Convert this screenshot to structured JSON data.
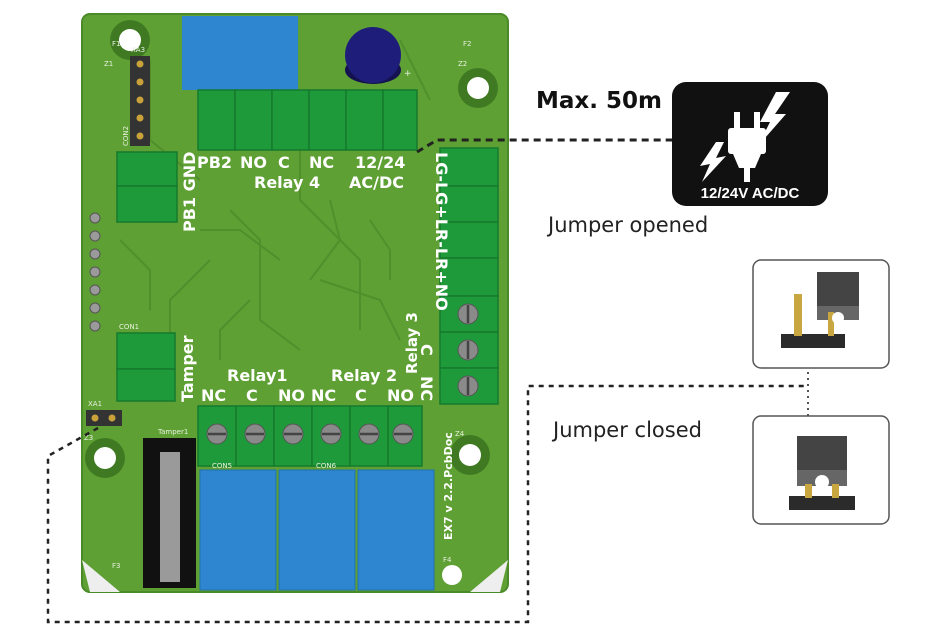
{
  "board": {
    "labels": {
      "pb2": "PB2",
      "no_top": "NO",
      "c_top": "C",
      "nc_top": "NC",
      "v1224": "12/24",
      "relay4": "Relay 4",
      "acdc": "AC/DC",
      "pb1gnd": "PB1 GND",
      "lg": "LG-LG+LR-LR+NO",
      "relay3": "Relay 3",
      "r3c": "C",
      "r3nc": "NC",
      "tamper": "Tamper",
      "relay1": "Relay1",
      "relay2": "Relay 2",
      "b_nc1": "NC",
      "b_c1": "C",
      "b_no1": "NO",
      "b_nc2": "NC",
      "b_c2": "C",
      "b_no2": "NO",
      "version": "EX7 v 2.2.PcbDoc"
    },
    "silkscreen": {
      "f1": "F1",
      "f2": "F2",
      "f3": "F3",
      "f4": "F4",
      "z1": "Z1",
      "z2": "Z2",
      "z3": "Z3",
      "z4": "Z4",
      "xa1": "XA1",
      "xa3": "XA3",
      "con1": "CON1",
      "con2": "CON2",
      "con5": "CON5",
      "con6": "CON6",
      "tamper1": "Tamper1",
      "plus": "+"
    }
  },
  "annotations": {
    "max_distance": "Max. 50m",
    "jumper_opened": "Jumper opened",
    "jumper_closed": "Jumper closed"
  },
  "power_badge": {
    "icon": "plug-lightning-icon",
    "text": "12/24V AC/DC"
  },
  "colors": {
    "pcb_green": "#5ea033",
    "terminal_green": "#1e9a3a",
    "relay_blue": "#2e86d0",
    "capacitor": "#1f1d7a"
  }
}
